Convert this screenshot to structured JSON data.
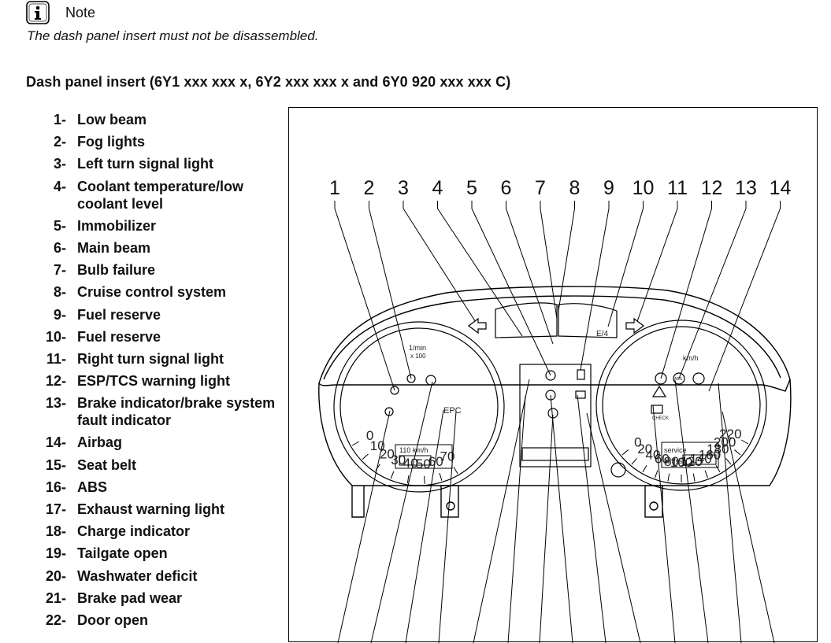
{
  "note": {
    "title": "Note",
    "icon": "info-icon",
    "text": "The dash panel insert must not be disassembled."
  },
  "section": {
    "heading": "Dash panel insert (6Y1 xxx xxx x, 6Y2 xxx xxx x and 6Y0 920 xxx xxx C)"
  },
  "legend": [
    {
      "num": "1",
      "label": "Low beam"
    },
    {
      "num": "2",
      "label": "Fog lights"
    },
    {
      "num": "3",
      "label": "Left turn signal light"
    },
    {
      "num": "4",
      "label": "Coolant temperature/low coolant level"
    },
    {
      "num": "5",
      "label": "Immobilizer"
    },
    {
      "num": "6",
      "label": "Main beam"
    },
    {
      "num": "7",
      "label": "Bulb failure"
    },
    {
      "num": "8",
      "label": "Cruise control system"
    },
    {
      "num": "9",
      "label": "Fuel reserve"
    },
    {
      "num": "10",
      "label": "Fuel reserve"
    },
    {
      "num": "11",
      "label": "Right turn signal light"
    },
    {
      "num": "12",
      "label": "ESP/TCS warning light"
    },
    {
      "num": "13",
      "label": "Brake indicator/brake system fault indicator"
    },
    {
      "num": "14",
      "label": "Airbag"
    },
    {
      "num": "15",
      "label": "Seat belt"
    },
    {
      "num": "16",
      "label": "ABS"
    },
    {
      "num": "17",
      "label": "Exhaust warning light"
    },
    {
      "num": "18",
      "label": "Charge indicator"
    },
    {
      "num": "19",
      "label": "Tailgate open"
    },
    {
      "num": "20",
      "label": "Washwater deficit"
    },
    {
      "num": "21",
      "label": "Brake pad wear"
    },
    {
      "num": "22",
      "label": "Door open"
    }
  ],
  "figure": {
    "callouts": [
      "1",
      "2",
      "3",
      "4",
      "5",
      "6",
      "7",
      "8",
      "9",
      "10",
      "11",
      "12",
      "13",
      "14"
    ],
    "rpm_gauge": {
      "ticks": [
        "0",
        "10",
        "20",
        "30",
        "40",
        "50",
        "60",
        "70"
      ],
      "unit_top": "1/min",
      "unit_bottom": "x 100"
    },
    "speed_gauge": {
      "ticks": [
        "0",
        "20",
        "40",
        "60",
        "80",
        "100",
        "120",
        "140",
        "160",
        "180",
        "200",
        "220"
      ],
      "unit": "km/h"
    },
    "display_left": "110 km/h",
    "display_right_top": "service",
    "display_right_bottom": "km/ss",
    "fuel_label": "E/4",
    "epc_label": "EPC",
    "check_label": "CHECK",
    "abs_label": "ABS"
  }
}
